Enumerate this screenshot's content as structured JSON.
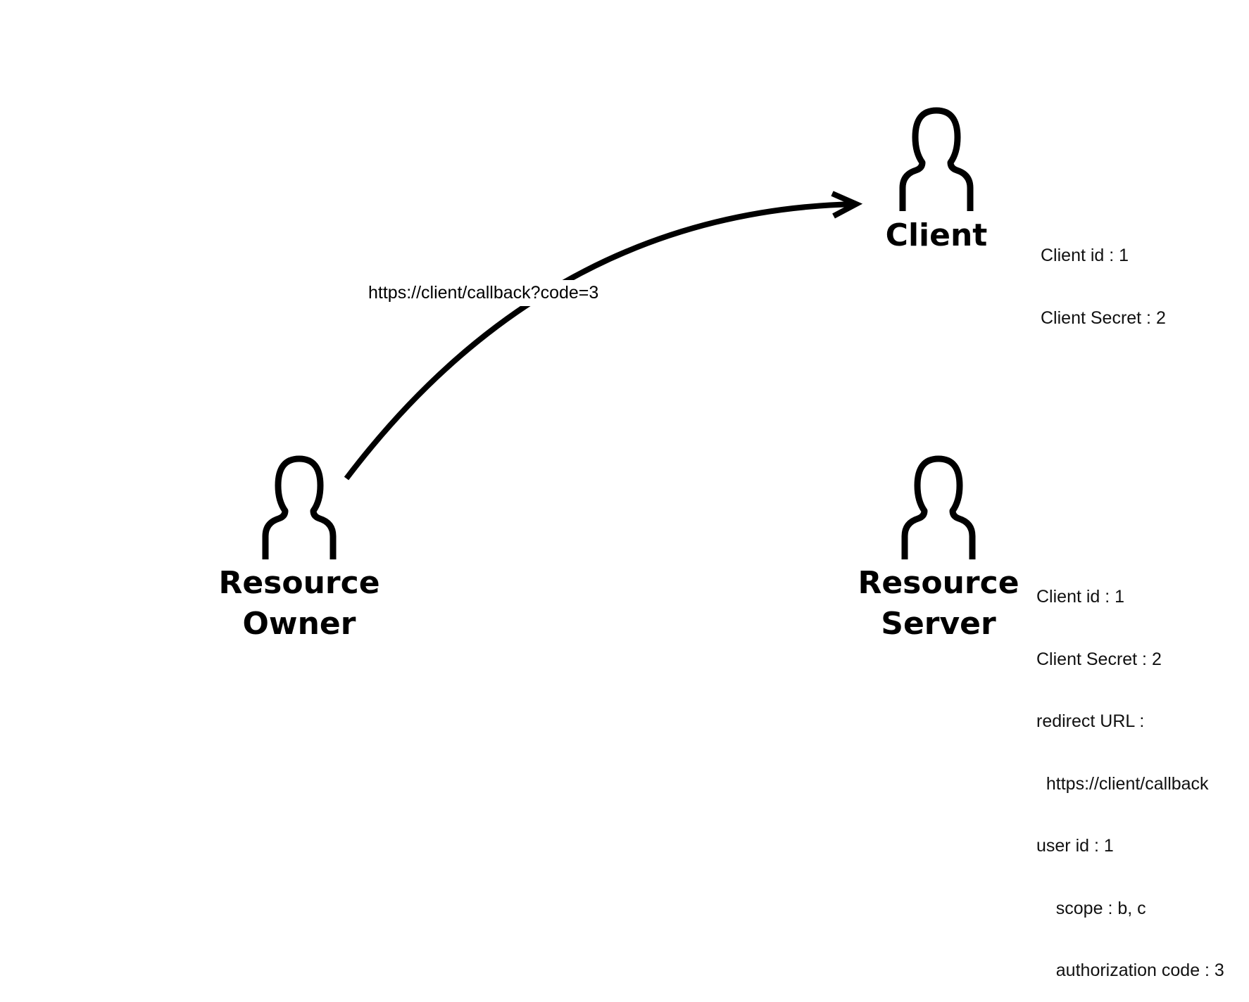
{
  "actors": {
    "client": {
      "label": "Client"
    },
    "resource_owner": {
      "label_line1": "Resource",
      "label_line2": "Owner"
    },
    "resource_server": {
      "label_line1": "Resource",
      "label_line2": "Server"
    }
  },
  "client_info": [
    "Client id : 1",
    "Client Secret : 2"
  ],
  "server_info": [
    "Client id : 1",
    "Client Secret : 2",
    "redirect URL :",
    "  https://client/callback",
    "user id : 1",
    "    scope : b, c",
    "    authorization code : 3"
  ],
  "edge": {
    "label": "https://client/callback?code=3"
  },
  "icons": {
    "person": "person-icon",
    "arrow": "arrow-head-icon"
  },
  "colors": {
    "ink": "#000000",
    "background": "#ffffff"
  }
}
